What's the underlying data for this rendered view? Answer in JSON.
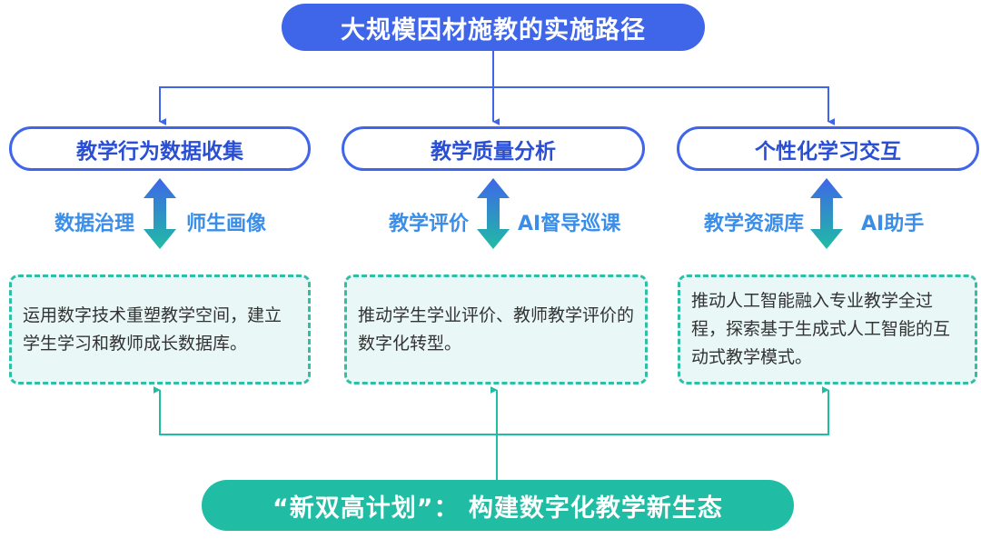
{
  "title": "大规模因材施教的实施路径",
  "pillars": [
    {
      "label": "教学行为数据收集",
      "sub_left": "数据治理",
      "sub_right": "师生画像",
      "description": "运用数字技术重塑教学空间，建立学生学习和教师成长数据库。"
    },
    {
      "label": "教学质量分析",
      "sub_left": "教学评价",
      "sub_right": "AI督导巡课",
      "description": "推动学生学业评价、教师教学评价的数字化转型。"
    },
    {
      "label": "个性化学习交互",
      "sub_left": "教学资源库",
      "sub_right": "AI助手",
      "description": "推动人工智能融入专业教学全过程，探索基于生成式人工智能的互动式教学模式。"
    }
  ],
  "bottom": "“新双高计划”： 构建数字化教学新生态",
  "colors": {
    "blue_primary": "#3f66e8",
    "blue_text": "#2a4fd4",
    "sub_text": "#3a8ee9",
    "teal": "#20bca4",
    "dashed_border": "#2fbfa6",
    "desc_bg": "#e9f8f6"
  }
}
